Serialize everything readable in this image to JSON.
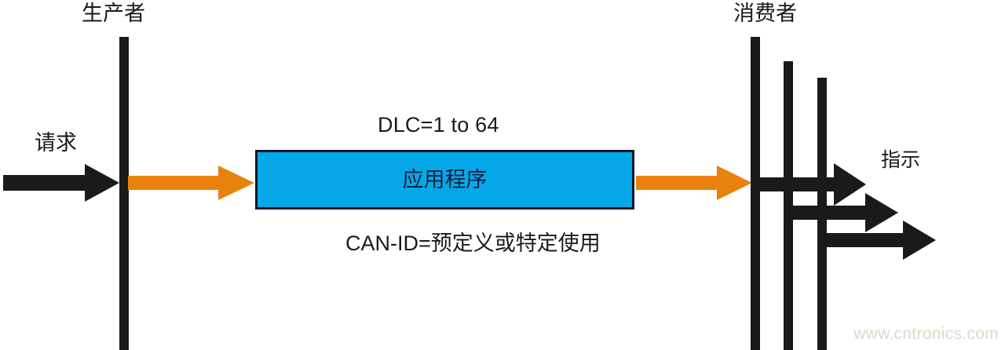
{
  "diagram": {
    "title_producer": "生产者",
    "title_consumer": "消费者",
    "request_label": "请求",
    "indication_label": "指示",
    "dlc_label": "DLC=1 to 64",
    "canid_label": "CAN-ID=预定义或特定使用",
    "app_box_label": "应用程序",
    "watermark": "www.cntronics.com",
    "colors": {
      "box_fill": "#06a7e8",
      "box_border": "#101826",
      "arrow_orange": "#e8820c",
      "arrow_black": "#1a1a1a",
      "watermark": "#d2e0c9",
      "background": "#ffffff"
    },
    "icons": {
      "request_arrow": "right-arrow-black",
      "producer_flow_arrow": "right-arrow-orange",
      "consumer_flow_arrow": "right-arrow-orange",
      "indication_arrow_1": "right-arrow-black",
      "indication_arrow_2": "right-arrow-black",
      "indication_arrow_3": "right-arrow-black"
    }
  }
}
